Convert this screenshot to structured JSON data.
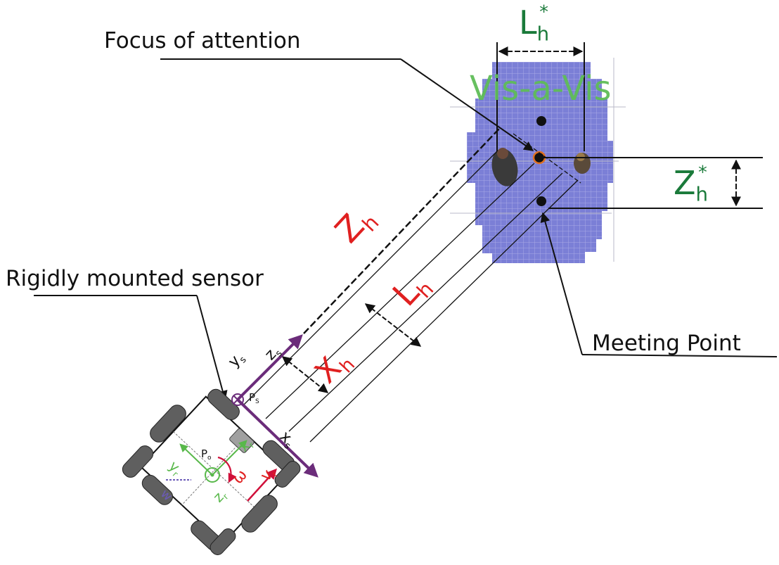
{
  "labels": {
    "focus_of_attention": "Focus of attention",
    "rigidly_mounted_sensor": "Rigidly mounted sensor",
    "meeting_point": "Meeting Point",
    "vis_a_vis": "Vis-a-Vis"
  },
  "symbols": {
    "L_star": {
      "main": "L",
      "sub": "h",
      "sup": "*"
    },
    "Z_star": {
      "main": "Z",
      "sub": "h",
      "sup": "*"
    },
    "Z_h": {
      "main": "Z",
      "sub": "h"
    },
    "L_h": {
      "main": "L",
      "sub": "h"
    },
    "X_h": {
      "main": "X",
      "sub": "h"
    },
    "z_s": {
      "main": "z",
      "sub": "s"
    },
    "x_s": {
      "main": "x",
      "sub": "s"
    },
    "y_s": {
      "main": "y",
      "sub": "s"
    },
    "P_s": {
      "main": "P",
      "sub": "S"
    },
    "P_o": {
      "main": "P",
      "sub": "o"
    },
    "x_r": {
      "main": "x",
      "sub": "r"
    },
    "y_r": {
      "main": "y",
      "sub": "r"
    },
    "z_r": {
      "main": "z",
      "sub": "r"
    },
    "omega": "ω",
    "v": {
      "main": "v",
      "sub": "r"
    },
    "w": "w"
  },
  "colors": {
    "grid_fill": "#7b7fd6",
    "green_symbol": "#1a7a3a",
    "light_green": "#58b84a",
    "red_symbol": "#e02020",
    "purple_axis": "#6b2c7a",
    "wheel": "#5f5f5f"
  }
}
